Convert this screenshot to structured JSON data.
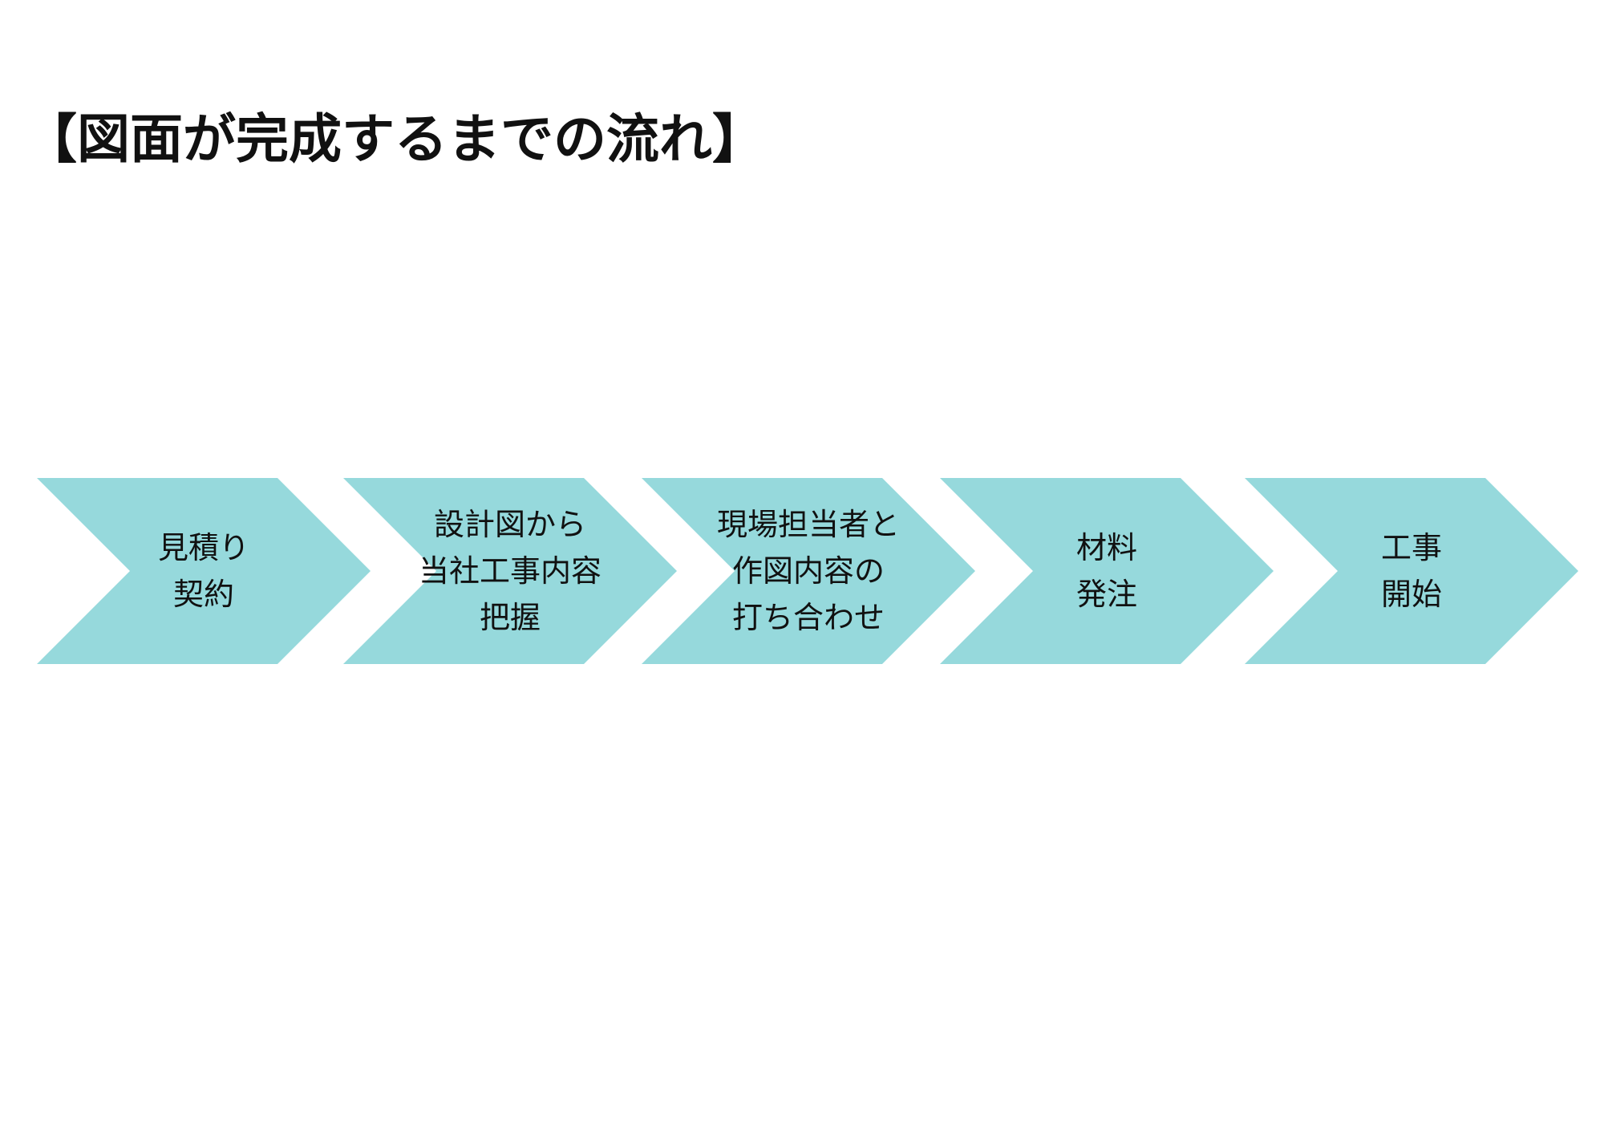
{
  "title": "【図面が完成するまでの流れ】",
  "colors": {
    "chevron_fill": "#96d9dc",
    "text": "#111111"
  },
  "steps": [
    {
      "lines": [
        "見積り",
        "契約"
      ]
    },
    {
      "lines": [
        "設計図から",
        "当社工事内容",
        "把握"
      ]
    },
    {
      "lines": [
        "現場担当者と",
        "作図内容の",
        "打ち合わせ"
      ]
    },
    {
      "lines": [
        "材料",
        "発注"
      ]
    },
    {
      "lines": [
        "工事",
        "開始"
      ]
    }
  ]
}
